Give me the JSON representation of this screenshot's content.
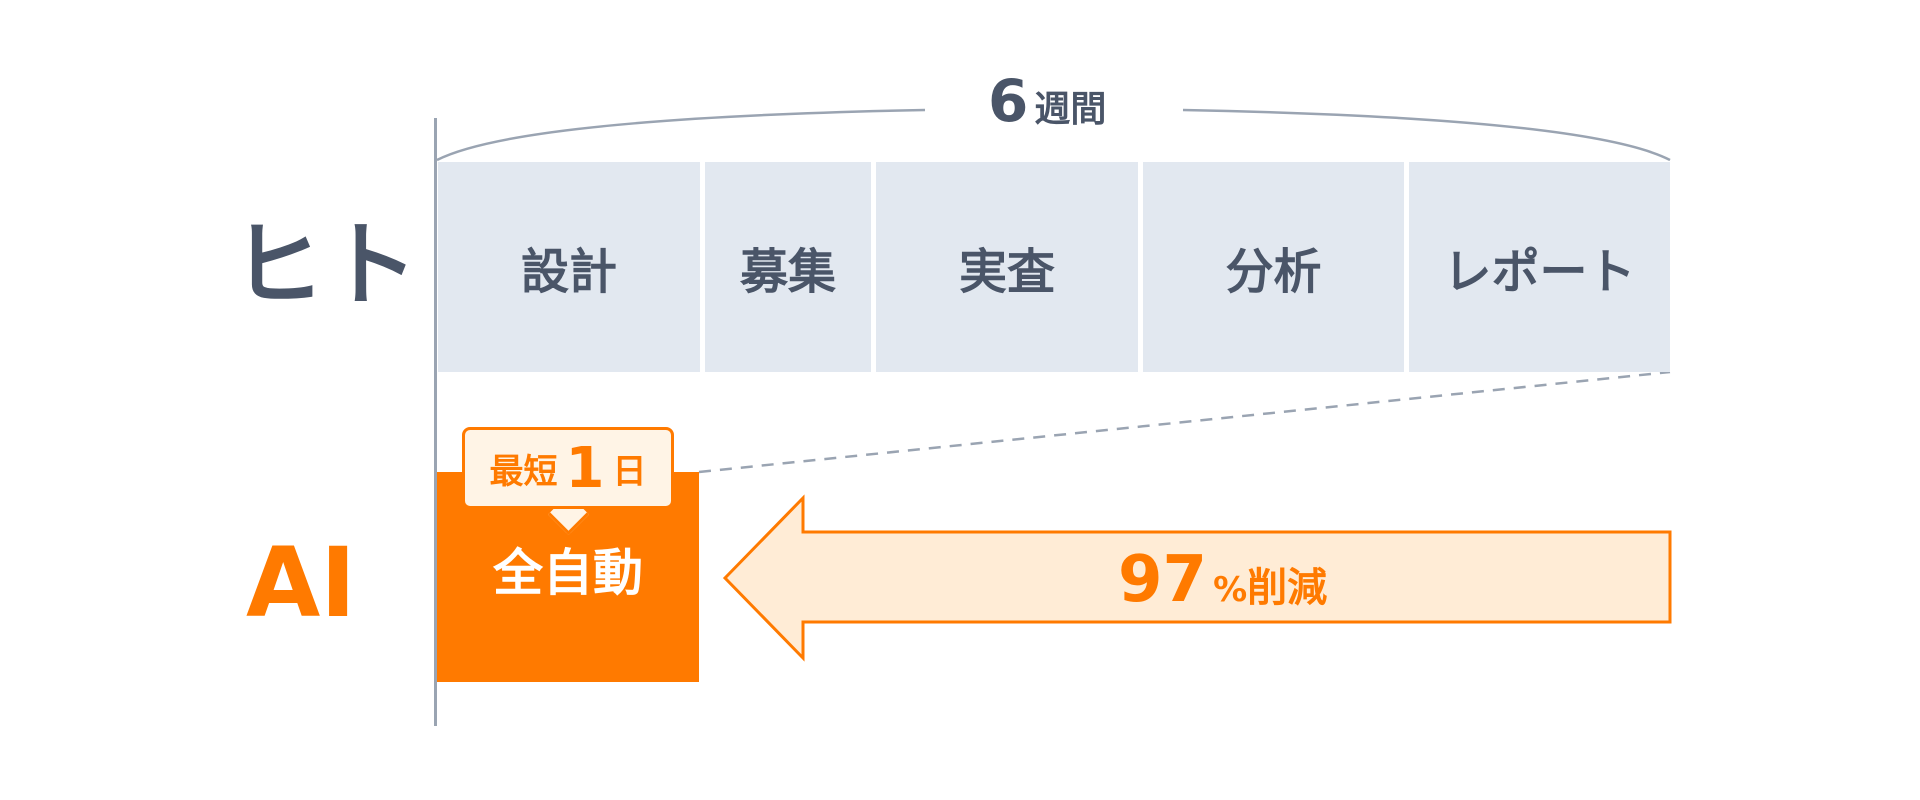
{
  "duration": {
    "value": "6",
    "unit": "週間"
  },
  "rows": {
    "human": "ヒト",
    "ai": "AI"
  },
  "stages": [
    {
      "label": "設計"
    },
    {
      "label": "募集"
    },
    {
      "label": "実査"
    },
    {
      "label": "分析"
    },
    {
      "label": "レポート"
    }
  ],
  "ai_box": {
    "label": "全自動",
    "callout_prefix": "最短",
    "callout_value": "1",
    "callout_unit": "日"
  },
  "reduction": {
    "value": "97",
    "percent": "%",
    "text": "削減"
  },
  "colors": {
    "human_text": "#4a5568",
    "stage_fill": "#e2e8f0",
    "ai_orange": "#ff7a00",
    "arrow_fill": "#ffecd6",
    "line_gray": "#9aa4b2"
  }
}
